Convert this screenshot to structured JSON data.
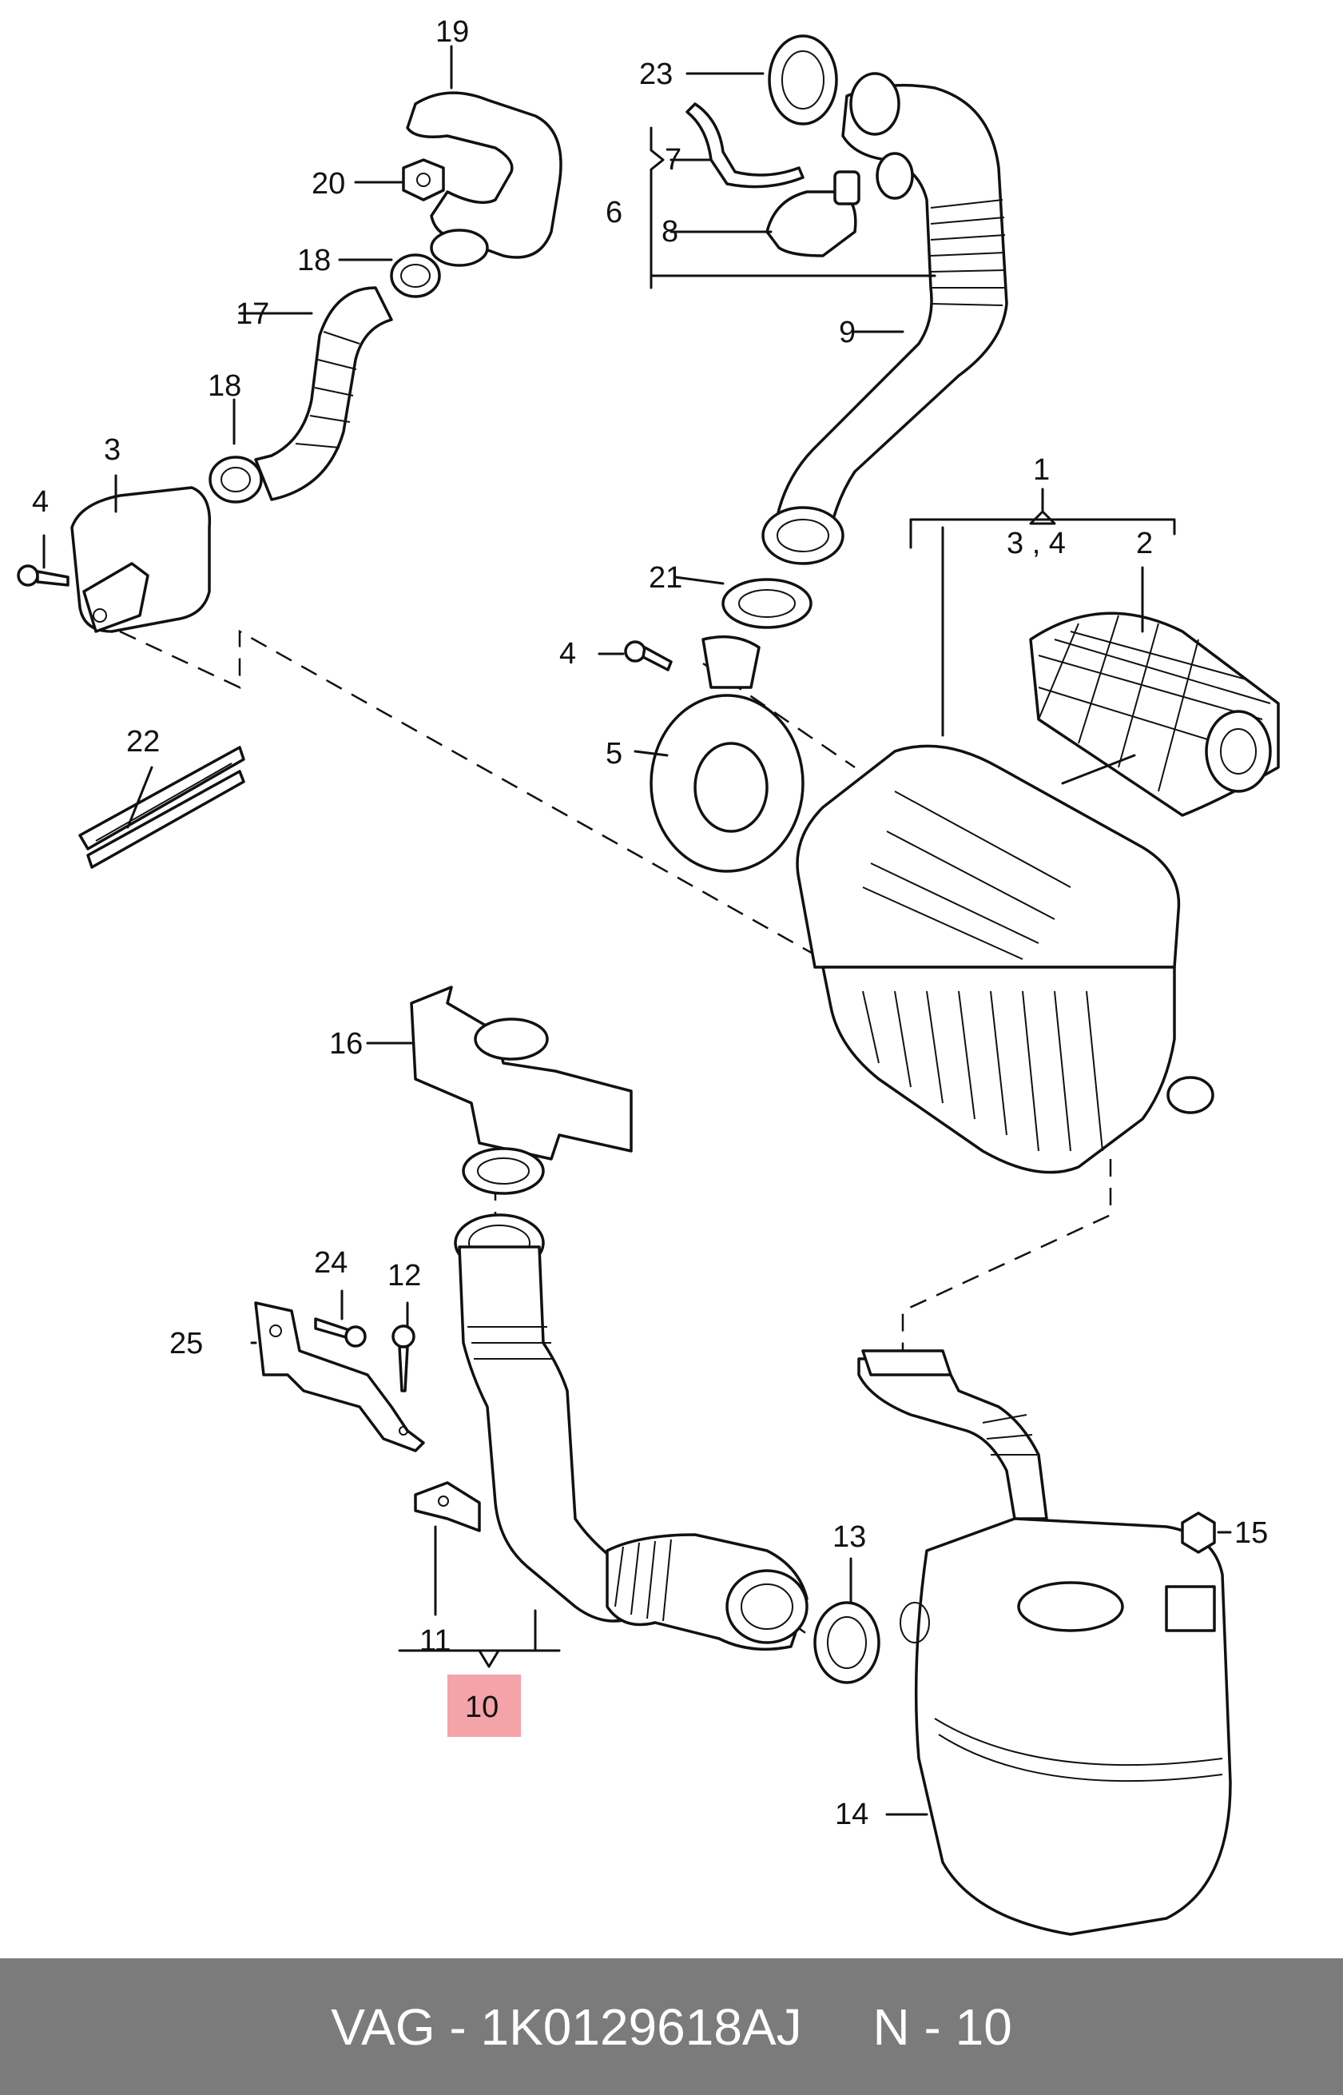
{
  "callouts": [
    {
      "id": "c1",
      "text": "1"
    },
    {
      "id": "c34",
      "text": "3 , 4"
    },
    {
      "id": "c2",
      "text": "2"
    },
    {
      "id": "c3",
      "text": "3"
    },
    {
      "id": "c4a",
      "text": "4"
    },
    {
      "id": "c4b",
      "text": "4"
    },
    {
      "id": "c5",
      "text": "5"
    },
    {
      "id": "c6",
      "text": "6"
    },
    {
      "id": "c7",
      "text": "7"
    },
    {
      "id": "c8",
      "text": "8"
    },
    {
      "id": "c9",
      "text": "9"
    },
    {
      "id": "c10",
      "text": "10"
    },
    {
      "id": "c11",
      "text": "11"
    },
    {
      "id": "c12",
      "text": "12"
    },
    {
      "id": "c13",
      "text": "13"
    },
    {
      "id": "c14",
      "text": "14"
    },
    {
      "id": "c15",
      "text": "15"
    },
    {
      "id": "c16",
      "text": "16"
    },
    {
      "id": "c17",
      "text": "17"
    },
    {
      "id": "c18a",
      "text": "18"
    },
    {
      "id": "c18b",
      "text": "18"
    },
    {
      "id": "c19",
      "text": "19"
    },
    {
      "id": "c20",
      "text": "20"
    },
    {
      "id": "c21",
      "text": "21"
    },
    {
      "id": "c22",
      "text": "22"
    },
    {
      "id": "c23",
      "text": "23"
    },
    {
      "id": "c24",
      "text": "24"
    },
    {
      "id": "c25",
      "text": "25"
    }
  ],
  "highlight": {
    "callout": "10",
    "color": "#f4a3a8"
  },
  "footer": {
    "text": "VAG - 1K0129618AJ     N - 10",
    "background": "#7b7b7b",
    "color": "#ffffff"
  }
}
